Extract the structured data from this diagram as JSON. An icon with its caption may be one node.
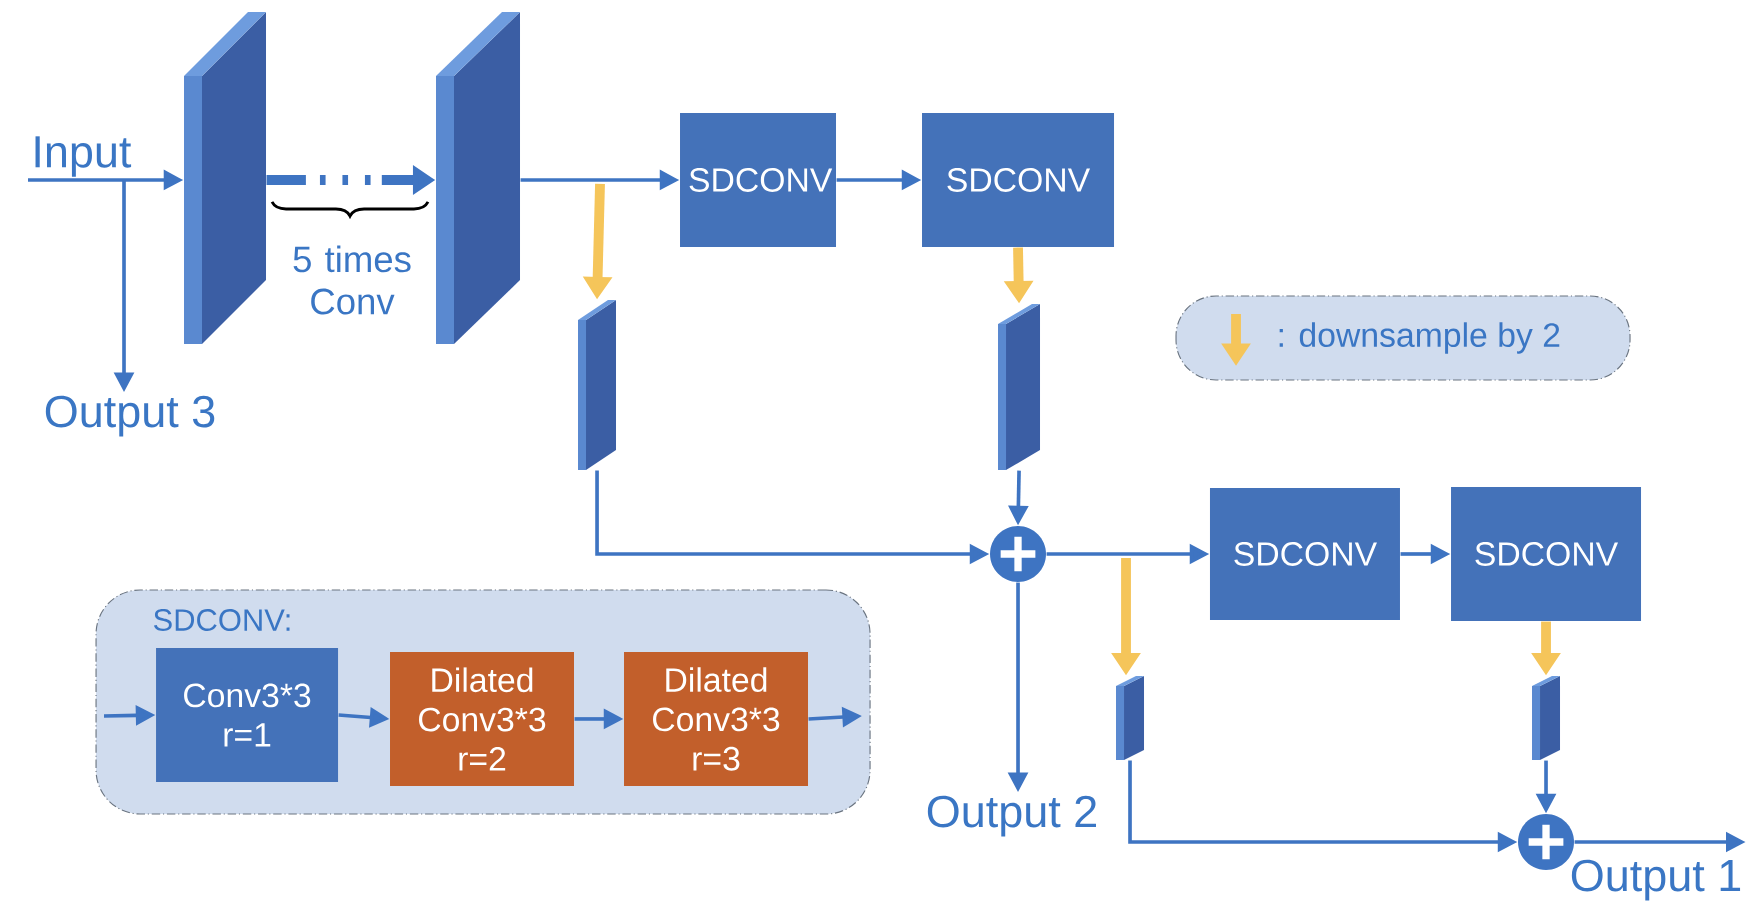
{
  "diagram": {
    "nodes": [
      {
        "text": [
          "Input"
        ]
      },
      {
        "text": [],
        "shape": "bar"
      },
      {
        "text": [],
        "shape": "bar"
      },
      {
        "text": [
          "SDCONV"
        ]
      },
      {
        "text": [
          "SDCONV"
        ]
      },
      {
        "text": [
          "Output 3"
        ]
      },
      {
        "text": [],
        "shape": "bar"
      },
      {
        "text": [],
        "shape": "bar"
      },
      {
        "text": [],
        "shape": "circle"
      },
      {
        "text": [
          "SDCONV"
        ]
      },
      {
        "text": [
          "SDCONV"
        ]
      },
      {
        "text": [
          "SDCONV:"
        ]
      },
      {
        "text": [
          "Conv3*3 r=1"
        ],
        "in": 11
      },
      {
        "text": [
          "Dilated Conv3*3 r=2"
        ],
        "in": 11
      },
      {
        "text": [
          "Dilated Conv3*3 r=3"
        ],
        "in": 11
      },
      {
        "text": [],
        "shape": "bar"
      },
      {
        "text": [],
        "shape": "bar"
      },
      {
        "text": [
          "Output 2"
        ]
      },
      {
        "text": [],
        "shape": "circle"
      },
      {
        "text": [
          "Output 1"
        ]
      }
    ],
    "edges": [
      {
        "from": 0,
        "to": 1,
        "arrow": "to"
      },
      {
        "from": 0,
        "to": 5,
        "arrow": "to"
      },
      {
        "from": 1,
        "to": 2,
        "arrow": "to",
        "label": "5 times Conv",
        "style": "dashed"
      },
      {
        "from": 2,
        "to": 3,
        "arrow": "to"
      },
      {
        "from": null,
        "to": 6,
        "arrow": "to",
        "style": "thick",
        "color": "#f5c55a"
      },
      {
        "from": 3,
        "to": 4,
        "arrow": "to"
      },
      {
        "from": 4,
        "to": 7,
        "arrow": "to",
        "style": "thick",
        "color": "#f5c55a"
      },
      {
        "from": 6,
        "to": 8,
        "arrow": "to"
      },
      {
        "from": 7,
        "to": 8,
        "arrow": "to"
      },
      {
        "from": 8,
        "to": 17,
        "arrow": "to"
      },
      {
        "from": 8,
        "to": 9,
        "arrow": "to"
      },
      {
        "from": null,
        "to": 15,
        "arrow": "to",
        "style": "thick",
        "color": "#f5c55a"
      },
      {
        "from": 9,
        "to": 10,
        "arrow": "to"
      },
      {
        "from": 10,
        "to": 16,
        "arrow": "to",
        "style": "thick",
        "color": "#f5c55a"
      },
      {
        "from": 16,
        "to": 18,
        "arrow": "to"
      },
      {
        "from": 15,
        "to": 18,
        "arrow": "to"
      },
      {
        "from": 18,
        "to": 19,
        "arrow": "to"
      },
      {
        "from": null,
        "to": 12,
        "arrow": "to"
      },
      {
        "from": 12,
        "to": 13,
        "arrow": "to"
      },
      {
        "from": 13,
        "to": 14,
        "arrow": "to"
      },
      {
        "from": 14,
        "to": null,
        "arrow": "to"
      }
    ],
    "legend": [
      {
        "text": ":  downsample by 2"
      }
    ]
  }
}
